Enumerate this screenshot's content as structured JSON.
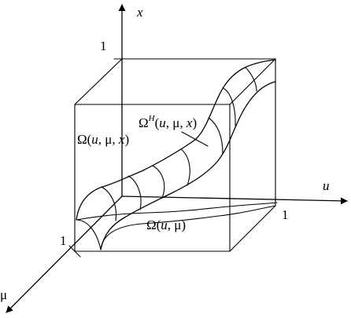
{
  "labels": {
    "axis_x": "x",
    "axis_u": "u",
    "axis_mu": "μ",
    "tick_x_one": "1",
    "tick_u_one": "1",
    "tick_mu_one": "1",
    "omega_H": {
      "sym": "Ω",
      "sup": "H",
      "open": "(",
      "u": "u",
      "sep1": ", μ, ",
      "x": "x",
      "close": ")"
    },
    "omega_full": {
      "sym": "Ω(",
      "u": "u",
      "sep1": ", μ, ",
      "x": "x",
      "close": ")"
    },
    "omega_base": {
      "sym": "Ω(",
      "u": "u",
      "sep1": ", μ)"
    }
  }
}
